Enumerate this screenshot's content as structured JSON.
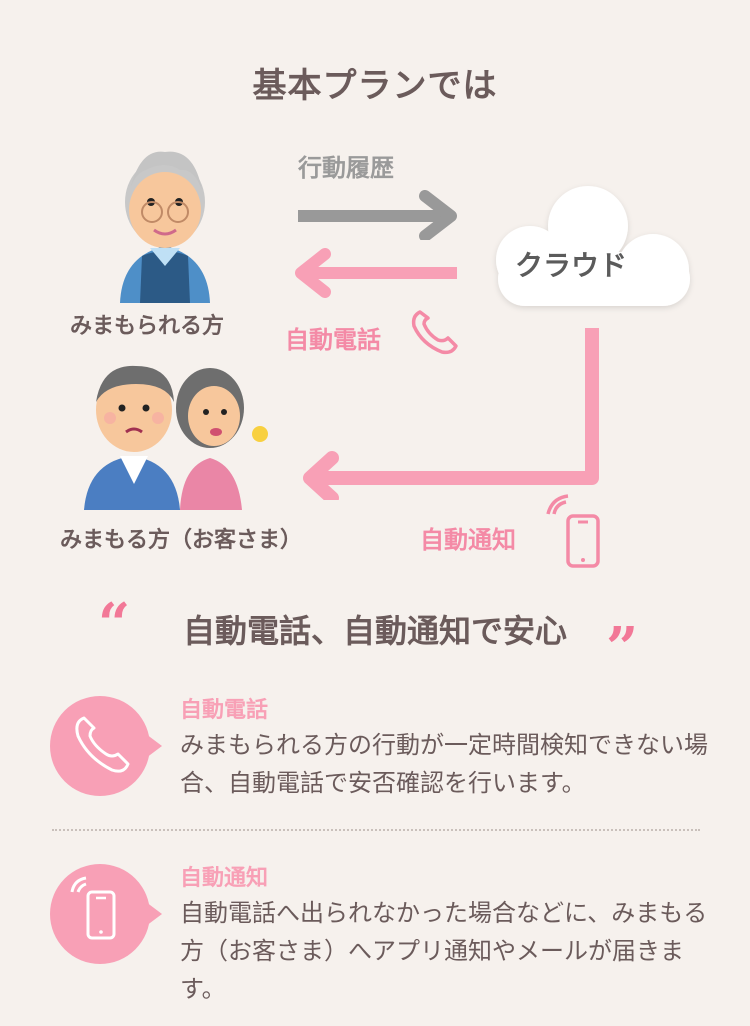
{
  "title": "基本プランでは",
  "diagram": {
    "arrow_top_label": "行動履歴",
    "cloud_label": "クラウド",
    "arrow_call_label": "自動電話",
    "arrow_notify_label": "自動通知",
    "watched_person_label": "みまもられる方",
    "watcher_label": "みまもる方（お客さま）",
    "colors": {
      "gray_arrow": "#999999",
      "pink_arrow": "#f8a0b6",
      "pink_text": "#f48aa6"
    }
  },
  "headline": {
    "open_quote": "“",
    "text": "自動電話、自動通知で安心",
    "close_quote": "”"
  },
  "features": [
    {
      "icon": "phone-icon",
      "title": "自動電話",
      "desc": "みまもられる方の行動が一定時間検知できない場合、自動電話で安否確認を行います。"
    },
    {
      "icon": "smartphone-icon",
      "title": "自動通知",
      "desc": "自動電話へ出られなかった場合などに、みまもる方（お客さま）へアプリ通知やメールが届きます。"
    }
  ]
}
